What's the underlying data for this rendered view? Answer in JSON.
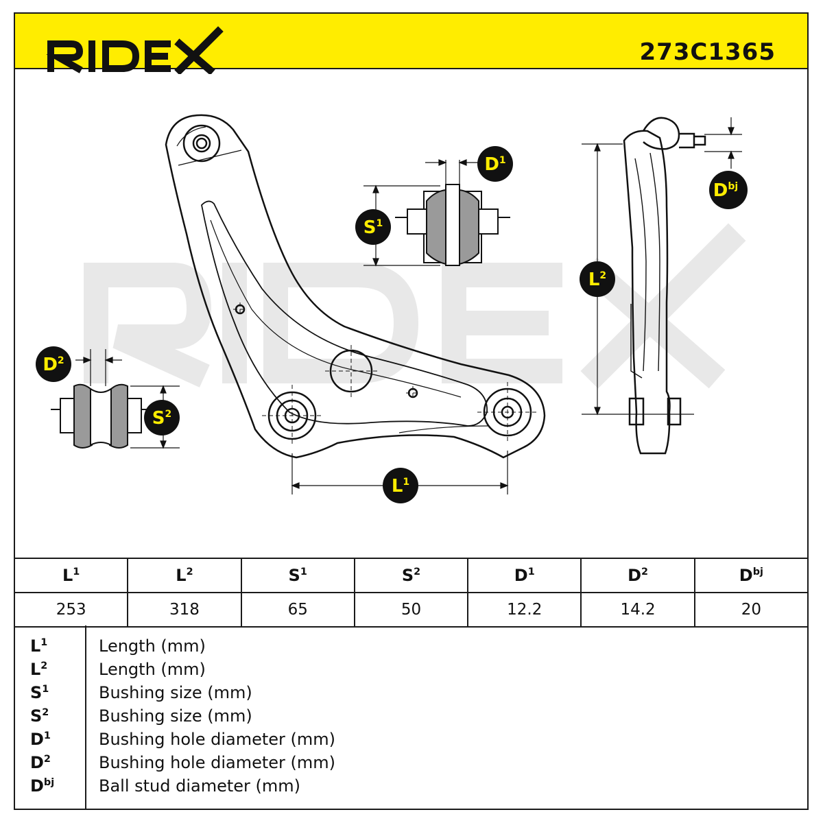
{
  "header": {
    "brand": "RIDEX",
    "part_number": "273C1365"
  },
  "watermark": "RIDEX",
  "callouts": {
    "D1": {
      "base": "D",
      "sup": "1"
    },
    "D2": {
      "base": "D",
      "sup": "2"
    },
    "S1": {
      "base": "S",
      "sup": "1"
    },
    "S2": {
      "base": "S",
      "sup": "2"
    },
    "L1": {
      "base": "L",
      "sup": "1"
    },
    "L2": {
      "base": "L",
      "sup": "2"
    },
    "Dbj": {
      "base": "D",
      "sup": "bj"
    }
  },
  "table": {
    "headers": [
      {
        "base": "L",
        "sup": "1"
      },
      {
        "base": "L",
        "sup": "2"
      },
      {
        "base": "S",
        "sup": "1"
      },
      {
        "base": "S",
        "sup": "2"
      },
      {
        "base": "D",
        "sup": "1"
      },
      {
        "base": "D",
        "sup": "2"
      },
      {
        "base": "D",
        "sup": "bj"
      }
    ],
    "values": [
      "253",
      "318",
      "65",
      "50",
      "12.2",
      "14.2",
      "20"
    ]
  },
  "legend": [
    {
      "base": "L",
      "sup": "1",
      "text": "Length (mm)"
    },
    {
      "base": "L",
      "sup": "2",
      "text": "Length (mm)"
    },
    {
      "base": "S",
      "sup": "1",
      "text": "Bushing size (mm)"
    },
    {
      "base": "S",
      "sup": "2",
      "text": "Bushing size (mm)"
    },
    {
      "base": "D",
      "sup": "1",
      "text": "Bushing hole diameter (mm)"
    },
    {
      "base": "D",
      "sup": "2",
      "text": "Bushing hole diameter (mm)"
    },
    {
      "base": "D",
      "sup": "bj",
      "text": "Ball stud diameter (mm)"
    }
  ],
  "colors": {
    "brand_yellow": "#ffed00",
    "callout_bg": "#111111",
    "callout_text": "#ffed00",
    "watermark": "#e6e6e6"
  }
}
